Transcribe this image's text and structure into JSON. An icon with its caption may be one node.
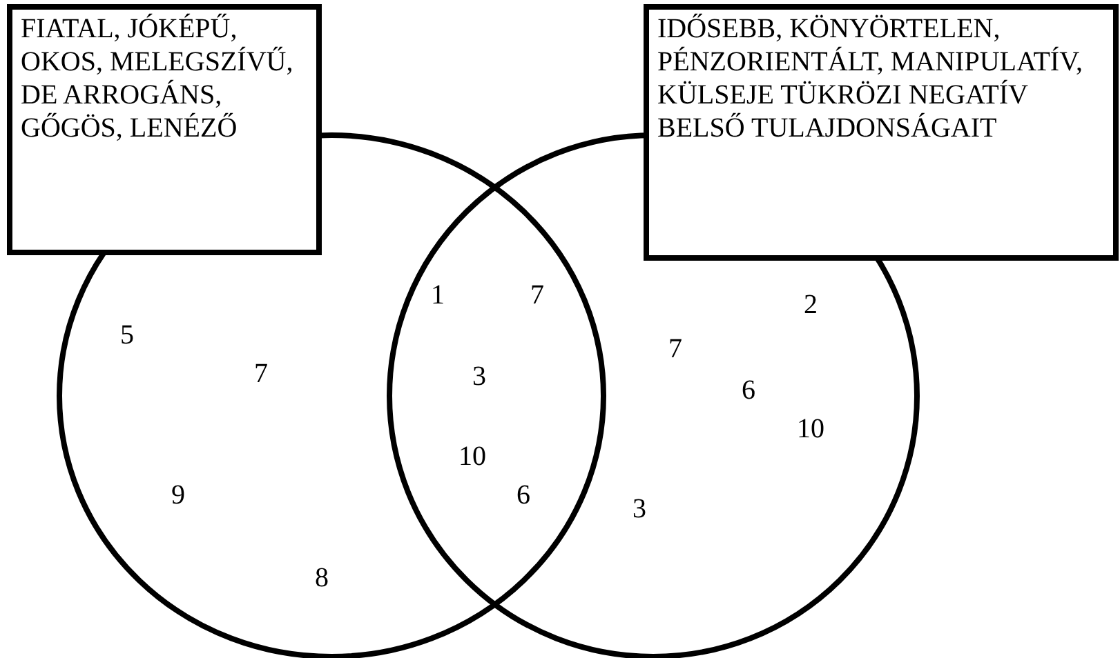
{
  "diagram": {
    "nodes": [
      {
        "text": [
          "FIATAL, JÓKÉPŰ, OKOS, MELEGSZÍVŰ, DE ARROGÁNS, GŐGÖS, LENÉZŐ"
        ]
      },
      {
        "text": [
          "IDŐSEBB, KÖNYÖRTELEN, PÉNZORIENTÁLT, MANIPULATÍV, KÜLSEJE TÜKRÖZI NEGATÍV BELSŐ TULAJDONSÁGAIT"
        ]
      },
      {
        "text": [],
        "shape": "circle"
      },
      {
        "text": [],
        "shape": "circle"
      }
    ],
    "edges": [],
    "labels": [
      "1",
      "7",
      "2",
      "5",
      "7",
      "7",
      "3",
      "6",
      "10",
      "10",
      "6",
      "9",
      "3",
      "8"
    ]
  }
}
